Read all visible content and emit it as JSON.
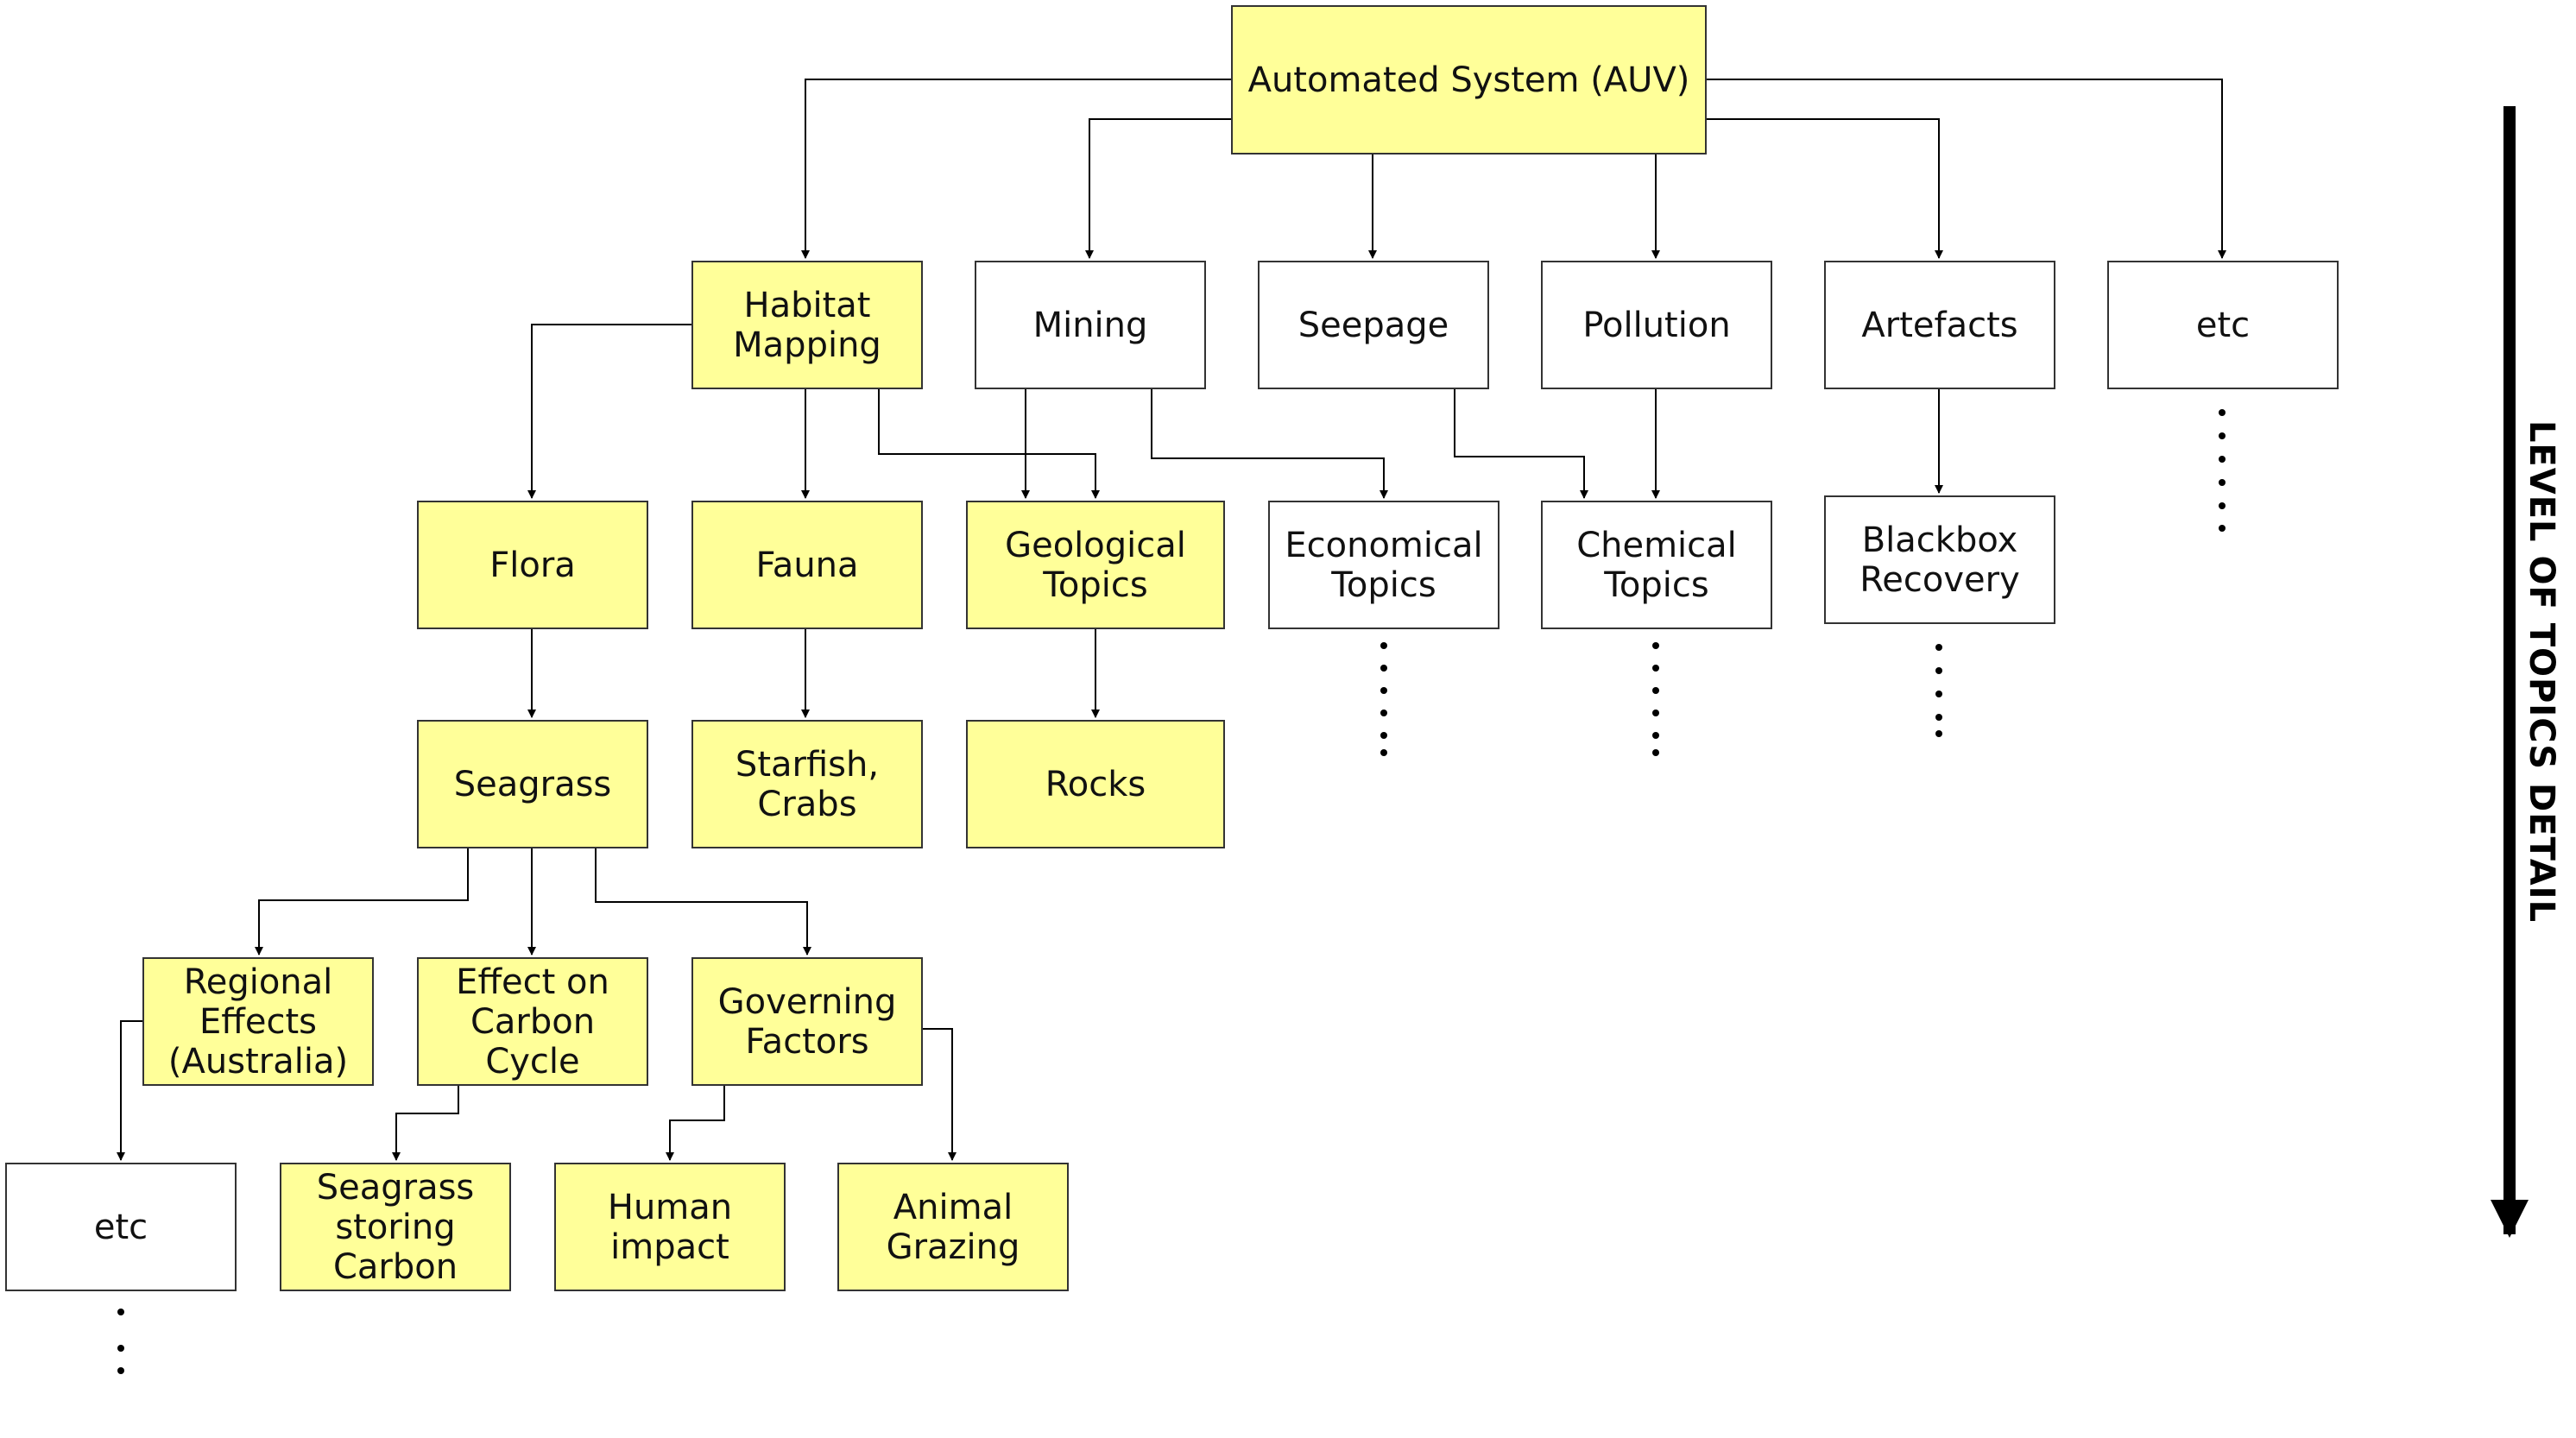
{
  "colors": {
    "highlight": "#ffff99",
    "plain": "#ffffff",
    "border": "#333333",
    "line": "#000000"
  },
  "nodes": {
    "auv": "Automated System (AUV)",
    "habitat": "Habitat\nMapping",
    "mining": "Mining",
    "seepage": "Seepage",
    "pollution": "Pollution",
    "artefacts": "Artefacts",
    "etc_top": "etc",
    "flora": "Flora",
    "fauna": "Fauna",
    "geological": "Geological\nTopics",
    "economical": "Economical\nTopics",
    "chemical": "Chemical\nTopics",
    "blackbox": "Blackbox\nRecovery",
    "seagrass": "Seagrass",
    "starfish": "Starfish,\nCrabs",
    "rocks": "Rocks",
    "regional": "Regional\nEffects\n(Australia)",
    "carbon_cycle": "Effect on\nCarbon\nCycle",
    "governing": "Governing\nFactors",
    "etc_bottom": "etc",
    "seagrass_carbon": "Seagrass\nstoring\nCarbon",
    "human": "Human\nimpact",
    "grazing": "Animal\nGrazing"
  },
  "highlighted": [
    "auv",
    "habitat",
    "flora",
    "fauna",
    "geological",
    "seagrass",
    "starfish",
    "rocks",
    "regional",
    "carbon_cycle",
    "governing",
    "seagrass_carbon",
    "human",
    "grazing"
  ],
  "axis_label": "LEVEL OF TOPICS DETAIL"
}
